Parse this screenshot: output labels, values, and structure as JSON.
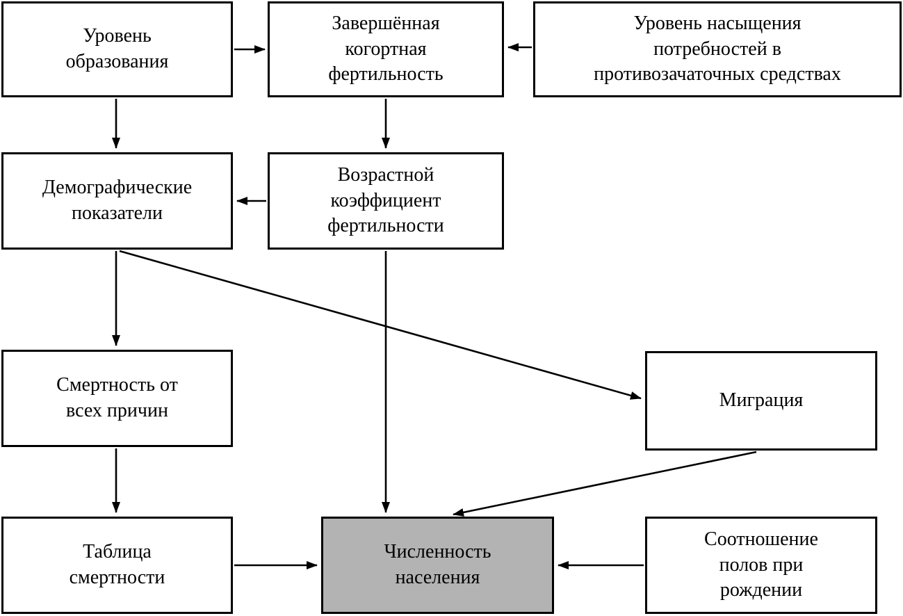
{
  "diagram": {
    "type": "flowchart",
    "language": "ru",
    "description_visible": false
  },
  "nodes": {
    "education": {
      "label": "Уровень\nобразования"
    },
    "cohort_fertility": {
      "label": "Завершённая\nкогортная\nфертильность"
    },
    "contraceptive_saturation": {
      "label": "Уровень насыщения\nпотребностей в\nпротивозачаточных средствах"
    },
    "demographic_indicators": {
      "label": "Демографические\nпоказатели"
    },
    "age_fertility_rate": {
      "label": "Возрастной\nкоэффициент\nфертильности"
    },
    "all_cause_mortality": {
      "label": "Смертность от\nвсех причин"
    },
    "migration": {
      "label": "Миграция"
    },
    "life_table": {
      "label": "Таблица\nсмертности"
    },
    "population_size": {
      "label": "Численность\nнаселения",
      "highlighted": true
    },
    "sex_ratio_birth": {
      "label": "Соотношение\nполов при\nрождении"
    }
  },
  "edges": [
    {
      "from": "education",
      "to": "cohort_fertility"
    },
    {
      "from": "contraceptive_saturation",
      "to": "cohort_fertility"
    },
    {
      "from": "cohort_fertility",
      "to": "age_fertility_rate"
    },
    {
      "from": "education",
      "to": "demographic_indicators"
    },
    {
      "from": "age_fertility_rate",
      "to": "demographic_indicators"
    },
    {
      "from": "demographic_indicators",
      "to": "all_cause_mortality"
    },
    {
      "from": "demographic_indicators",
      "to": "migration"
    },
    {
      "from": "age_fertility_rate",
      "to": "population_size"
    },
    {
      "from": "all_cause_mortality",
      "to": "life_table"
    },
    {
      "from": "life_table",
      "to": "population_size"
    },
    {
      "from": "migration",
      "to": "population_size"
    },
    {
      "from": "sex_ratio_birth",
      "to": "population_size"
    }
  ],
  "colors": {
    "box_border": "#000000",
    "box_fill": "#ffffff",
    "highlight_fill": "#b3b3b3",
    "arrow": "#000000",
    "text": "#000000"
  }
}
